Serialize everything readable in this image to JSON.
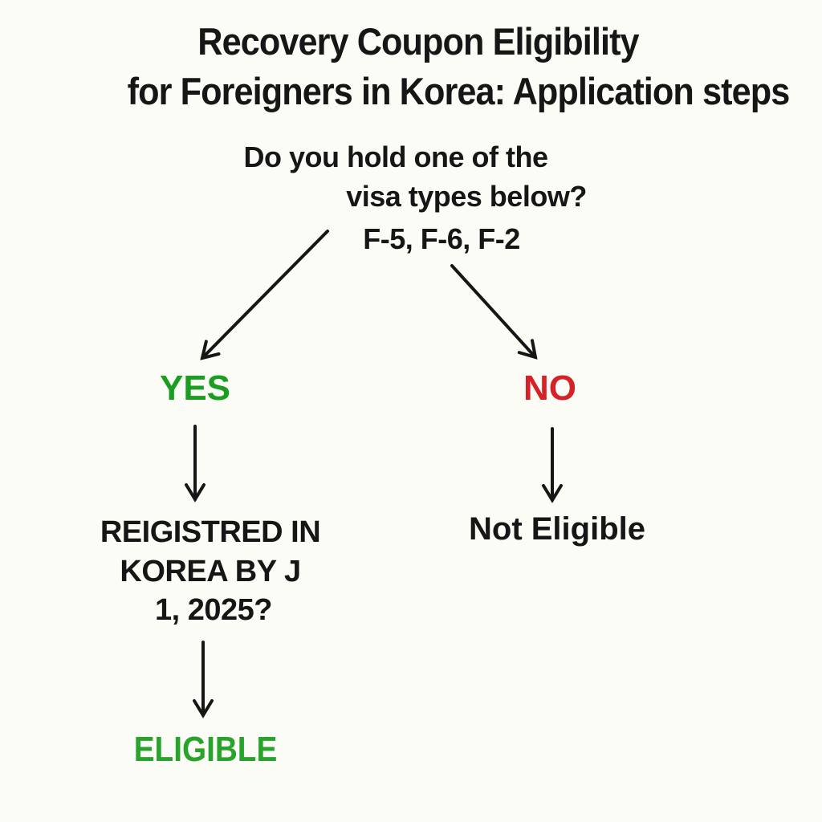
{
  "background_color": "#fcfcf6",
  "text_color": "#161616",
  "title": {
    "line1": "Recovery Coupon Eligibility",
    "line2": "for Foreigners in Korea: Application steps"
  },
  "flowchart": {
    "question": {
      "line1": "Do you hold one of the",
      "line2": "visa types below?",
      "line3": "F-5, F-6, F-2"
    },
    "yes_branch": {
      "label": "YES",
      "color": "#1a9e22"
    },
    "no_branch": {
      "label": "NO",
      "color": "#d62128"
    },
    "registered_question": {
      "line1": "REIGISTRED IN",
      "line2": "KOREA BY J",
      "line3": "1, 2025?"
    },
    "not_eligible": {
      "label": "Not Eligible"
    },
    "eligible": {
      "label": "ELIGIBLE",
      "color": "#28a32c"
    }
  }
}
